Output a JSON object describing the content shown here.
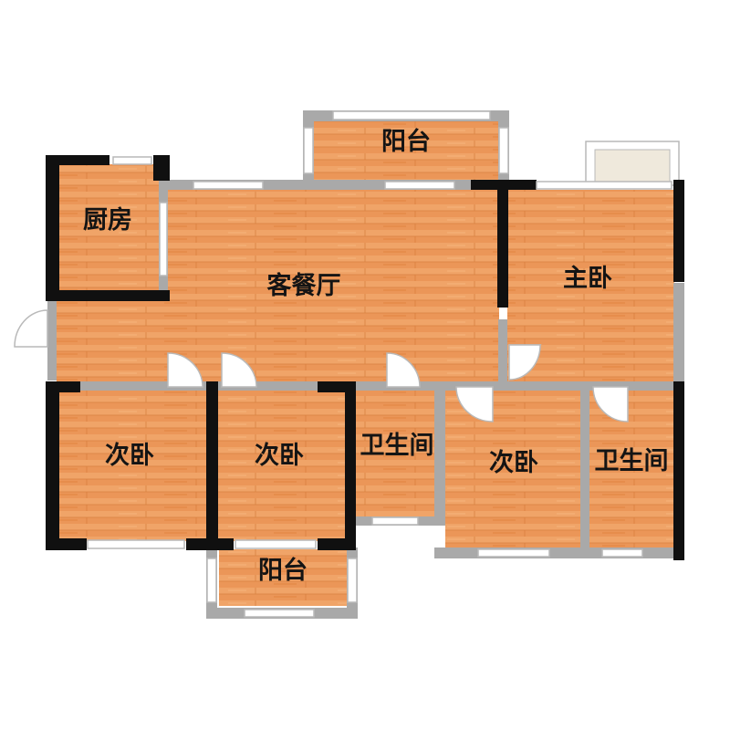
{
  "colors": {
    "floor_light": "#f0a468",
    "floor_dark": "#e28748",
    "wall_dark": "#101010",
    "wall_grey": "#a9a9a9",
    "window_frame": "#b9b9b9",
    "window_fill": "#ffffff",
    "ac_pad": "#efe9dc"
  },
  "rooms": {
    "balcony_top": "阳台",
    "kitchen": "厨房",
    "living_dining": "客餐厅",
    "master_bedroom": "主卧",
    "bedroom_1": "次卧",
    "bedroom_2": "次卧",
    "bathroom_1": "卫生间",
    "bedroom_3": "次卧",
    "bathroom_2": "卫生间",
    "balcony_bottom": "阳台"
  }
}
